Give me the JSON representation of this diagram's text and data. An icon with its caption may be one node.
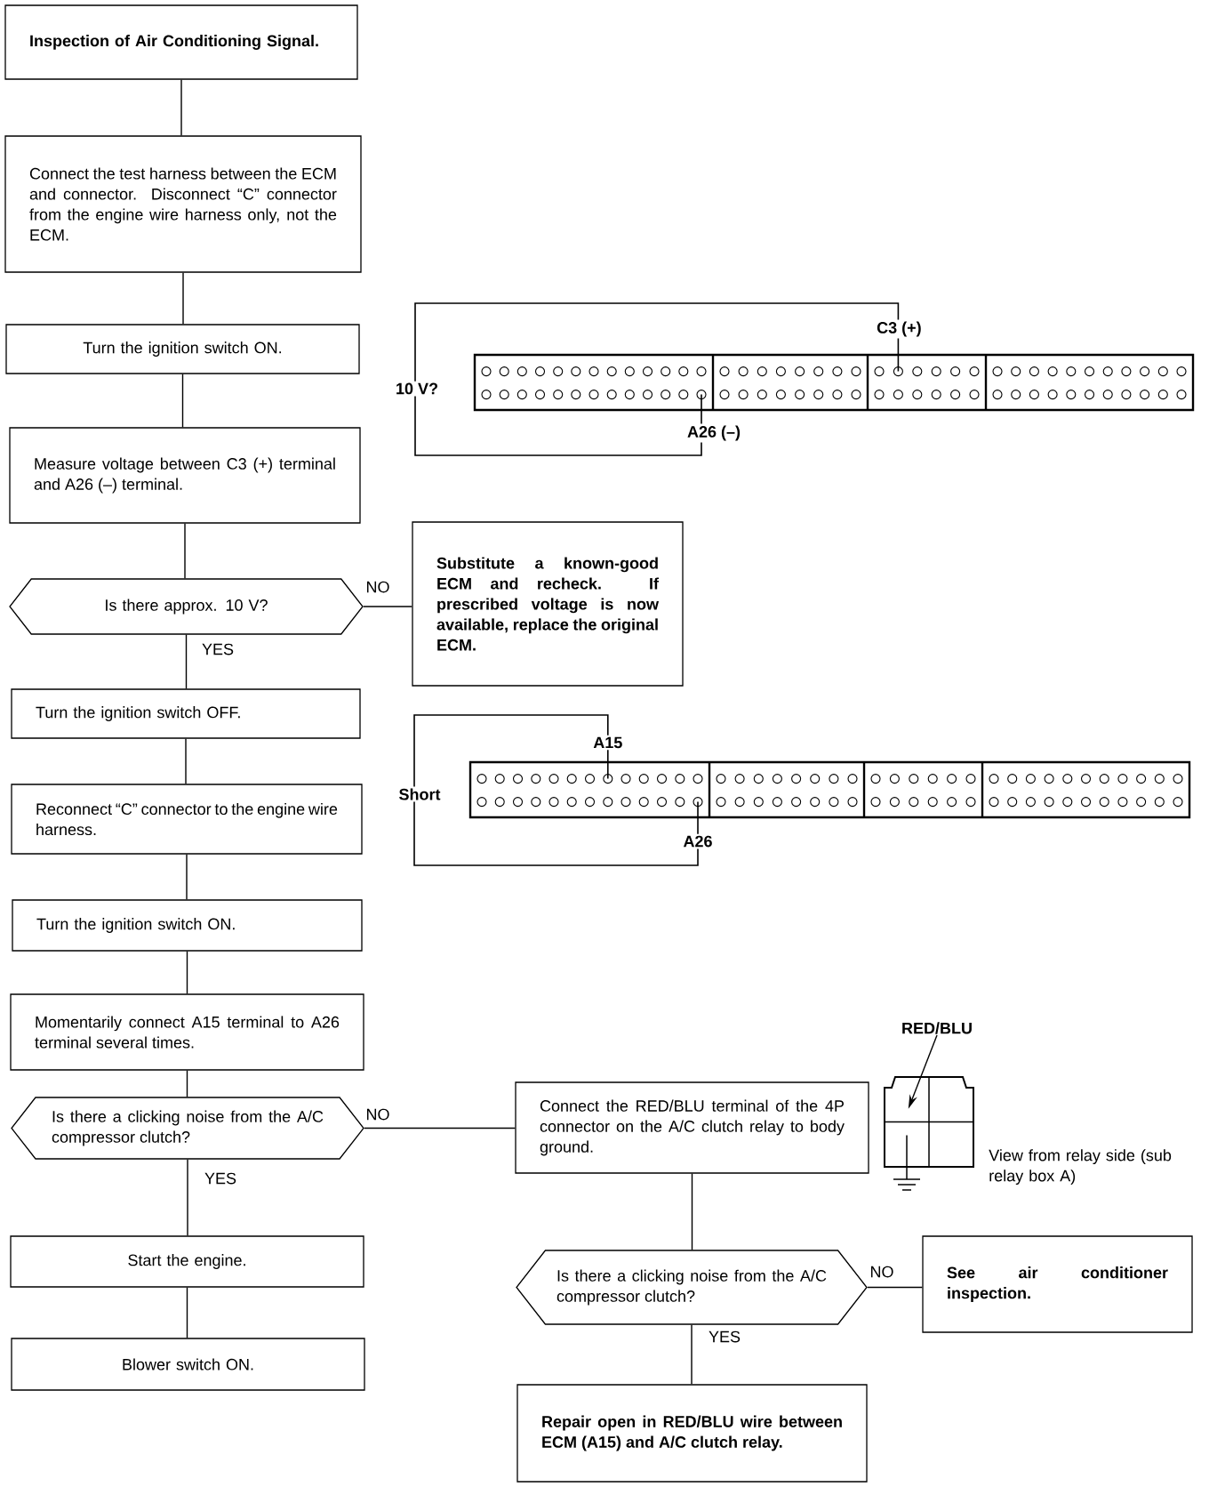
{
  "diagram": {
    "nodes": [
      {
        "text": [
          "Inspection of Air Conditioning Signal."
        ]
      },
      {
        "text": [
          "Connect the test harness between the ECM and connector. Disconnect “C” connector from the engine wire harness only, not the ECM."
        ]
      },
      {
        "text": [
          "Turn the ignition switch ON."
        ]
      },
      {
        "text": [
          "Measure voltage between C3 (+) terminal and A26 (–) terminal."
        ]
      },
      {
        "text": [
          "Is there approx. 10 V?"
        ]
      },
      {
        "text": [
          "Substitute a known-good ECM and recheck. If prescribed voltage is now available, replace the original ECM."
        ]
      },
      {
        "text": [
          "Turn the ignition switch OFF."
        ]
      },
      {
        "text": [
          "Reconnect “C” connector to the engine wire harness."
        ]
      },
      {
        "text": [
          "Turn the ignition switch ON."
        ]
      },
      {
        "text": [
          "Momentarily connect A15 terminal to A26 terminal several times."
        ]
      },
      {
        "text": [
          "Is there a clicking noise from the A/C compressor clutch?"
        ]
      },
      {
        "text": [
          "Connect the RED/BLU terminal of the 4P connector on the A/C clutch relay to body ground."
        ]
      },
      {
        "text": [
          "Is there a clicking noise from the A/C compressor clutch?"
        ]
      },
      {
        "text": [
          "See air conditioner inspection."
        ]
      },
      {
        "text": [
          "Start the engine."
        ]
      },
      {
        "text": [
          "Blower switch ON."
        ]
      },
      {
        "text": [
          "Repair open in RED/BLU wire between ECM (A15) and A/C clutch relay."
        ]
      },
      {
        "text": [
          "RED/BLU"
        ]
      },
      {
        "text": [],
        "shape": "box",
        "beside": [
          "View from relay side (sub relay box A)"
        ]
      }
    ],
    "edges": [
      {
        "from": 0,
        "to": 1,
        "arrow": "none"
      },
      {
        "from": 1,
        "to": 2,
        "arrow": "none"
      },
      {
        "from": 2,
        "to": 3,
        "arrow": "none"
      },
      {
        "from": 3,
        "to": 4,
        "arrow": "none"
      },
      {
        "from": 4,
        "to": 5,
        "arrow": "none",
        "label": "NO"
      },
      {
        "from": 4,
        "to": 6,
        "arrow": "none",
        "label": "YES"
      },
      {
        "from": 6,
        "to": 7,
        "arrow": "none"
      },
      {
        "from": 7,
        "to": 8,
        "arrow": "none"
      },
      {
        "from": 8,
        "to": 9,
        "arrow": "none"
      },
      {
        "from": 9,
        "to": 10,
        "arrow": "none"
      },
      {
        "from": 10,
        "to": 11,
        "arrow": "none",
        "label": "NO"
      },
      {
        "from": 10,
        "to": 14,
        "arrow": "none",
        "label": "YES"
      },
      {
        "from": 11,
        "to": 12,
        "arrow": "none"
      },
      {
        "from": 12,
        "to": 13,
        "arrow": "none",
        "label": "NO"
      },
      {
        "from": 12,
        "to": 16,
        "arrow": "none",
        "label": "YES"
      },
      {
        "from": 14,
        "to": 15,
        "arrow": "none"
      },
      {
        "from": 17,
        "to": 18,
        "arrow": "to"
      }
    ],
    "labels": [
      "C3 (+)",
      "10 V?",
      "A26 (–)",
      "A15",
      "Short",
      "A26"
    ]
  }
}
